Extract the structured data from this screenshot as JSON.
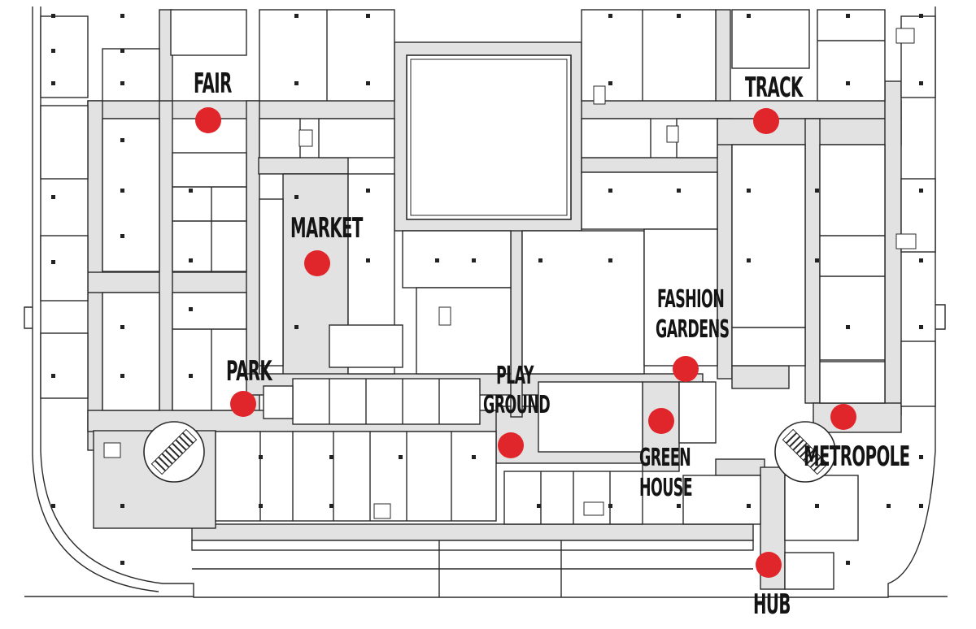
{
  "map": {
    "colors": {
      "corridor": "#e2e2e2",
      "walls": "#2a2a2a",
      "marker": "#e1262b",
      "label": "#141414"
    },
    "zones": [
      {
        "id": "fair",
        "label": "FAIR"
      },
      {
        "id": "track",
        "label": "TRACK"
      },
      {
        "id": "market",
        "label": "MARKET"
      },
      {
        "id": "fashion-gardens",
        "label_line1": "FASHION",
        "label_line2": "GARDENS"
      },
      {
        "id": "park",
        "label": "PARK"
      },
      {
        "id": "play-ground",
        "label_line1": "PLAY",
        "label_line2": "GROUND"
      },
      {
        "id": "green-house",
        "label_line1": "GREEN",
        "label_line2": "HOUSE"
      },
      {
        "id": "metropole",
        "label": "METROPOLE"
      },
      {
        "id": "hub",
        "label": "HUB"
      }
    ]
  }
}
